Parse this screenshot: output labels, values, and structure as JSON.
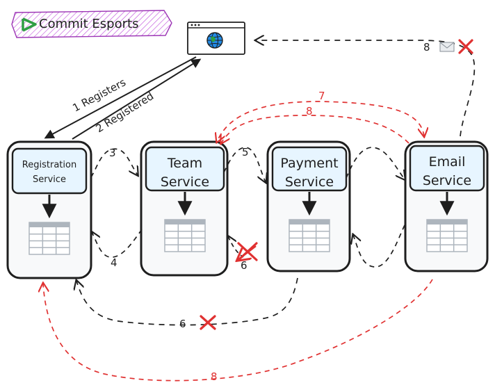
{
  "brand": {
    "name": "Commit Esports",
    "accent": "#9c36b5",
    "logo_color": "#2f9e44"
  },
  "client": {
    "icon": "web-browser-globe-icon"
  },
  "services": [
    {
      "key": "registration",
      "line1": "Registration",
      "line2": "Service",
      "db_icon": "database-table-icon"
    },
    {
      "key": "team",
      "line1": "Team",
      "line2": "Service",
      "db_icon": "database-table-icon"
    },
    {
      "key": "payment",
      "line1": "Payment",
      "line2": "Service",
      "db_icon": "database-table-icon"
    },
    {
      "key": "email",
      "line1": "Email",
      "line2": "Service",
      "db_icon": "database-table-icon"
    }
  ],
  "flows": {
    "registers": "1 Registers",
    "registered": "2 Registered",
    "reg_to_team": "3",
    "team_to_reg": "4",
    "team_to_payment": "5",
    "payment_fail_team": "6",
    "payment_fail_reg": "6",
    "email_to_team_a": "7",
    "email_to_team_b": "8",
    "email_to_reg": "8",
    "email_to_client": "8"
  },
  "colors": {
    "stroke": "#1e1e1e",
    "failure": "#e03131",
    "service_fill": "#f8f9fa",
    "title_fill": "#e7f5ff"
  }
}
